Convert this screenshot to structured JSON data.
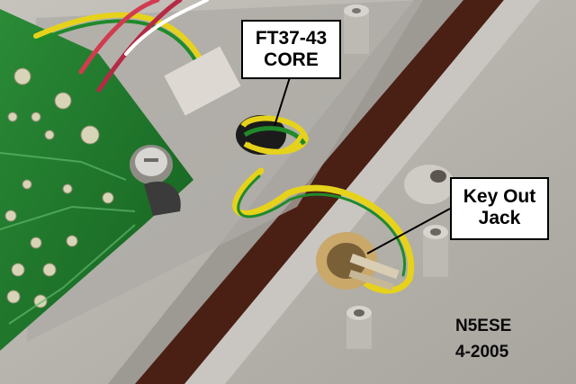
{
  "photo": {
    "colors": {
      "enclosure": "#b9b6b1",
      "pcb": "#1f7a2c",
      "wire_yellow": "#e6d21a",
      "wire_green": "#1f8a2a",
      "slot": "#4a1f14",
      "brass": "#c9a86a"
    }
  },
  "labels": {
    "core": "FT37-43\nCORE",
    "jack": "Key Out\nJack",
    "callsign": "N5ESE",
    "date": "4-2005"
  }
}
